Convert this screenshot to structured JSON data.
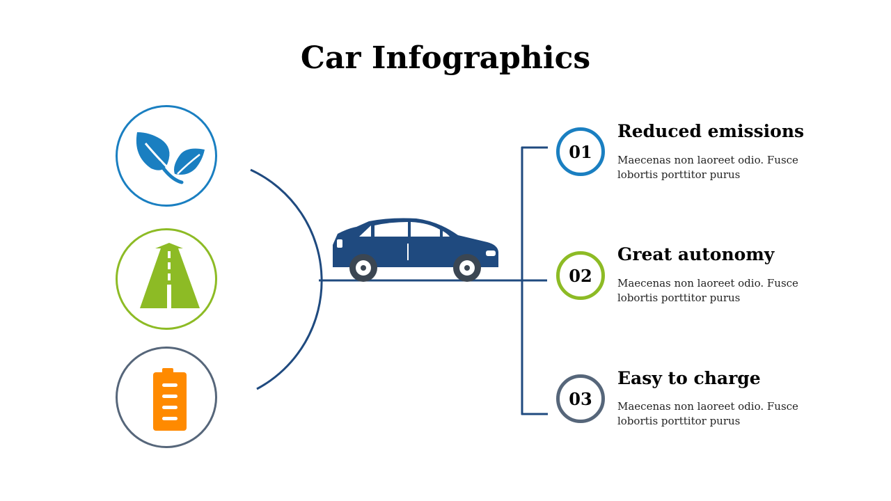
{
  "title": "Car Infographics",
  "colors": {
    "blue": "#1a7fc1",
    "green": "#8dbb25",
    "slate": "#56667a",
    "navy": "#1f4a7f",
    "orange": "#ff8a00"
  },
  "icons": [
    {
      "name": "leaves-icon",
      "border": "#1a7fc1"
    },
    {
      "name": "road-icon",
      "border": "#8dbb25"
    },
    {
      "name": "battery-icon",
      "border": "#56667a"
    }
  ],
  "items": [
    {
      "number": "01",
      "title": "Reduced emissions",
      "description": "Maecenas non laoreet odio. Fusce lobortis porttitor purus",
      "color": "#1a7fc1"
    },
    {
      "number": "02",
      "title": "Great autonomy",
      "description": "Maecenas non laoreet odio. Fusce lobortis porttitor purus",
      "color": "#8dbb25"
    },
    {
      "number": "03",
      "title": "Easy to charge",
      "description": "Maecenas non laoreet odio. Fusce lobortis porttitor purus",
      "color": "#56667a"
    }
  ]
}
